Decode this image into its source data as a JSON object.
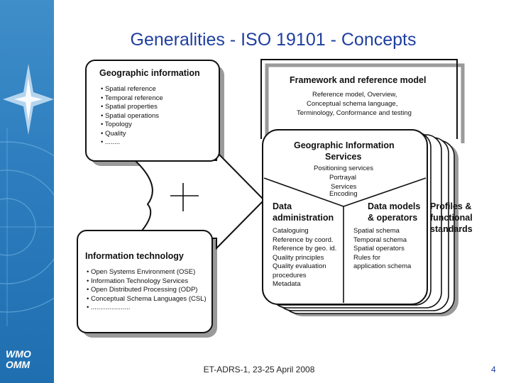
{
  "title": "Generalities - ISO 19101 - Concepts",
  "footer": "ET-ADRS-1, 23-25 April 2008",
  "page_number": "4",
  "logo": {
    "line1": "WMO",
    "line2": "OMM"
  },
  "geographic_information": {
    "heading": "Geographic information",
    "items": [
      "Spatial reference",
      "Temporal reference",
      "Spatial properties",
      "Spatial operations",
      "Topology",
      "Quality",
      "........"
    ]
  },
  "information_technology": {
    "heading": "Information technology",
    "items": [
      "Open Systems Environment (OSE)",
      "Information Technology Services",
      "Open Distributed Processing (ODP)",
      "Conceptual Schema Languages (CSL)",
      "....................."
    ]
  },
  "framework": {
    "heading": "Framework and reference model",
    "lines": [
      "Reference model, Overview,",
      "Conceptual schema language,",
      "Terminology, Conformance and testing"
    ]
  },
  "services": {
    "heading_line1": "Geographic Information",
    "heading_line2": "Services",
    "items": [
      "Positioning services",
      "Portrayal",
      "Services",
      "Encoding"
    ]
  },
  "data_administration": {
    "heading_line1": "Data",
    "heading_line2": "administration",
    "items": [
      "Cataloguing",
      "Reference by coord.",
      "Reference by geo. id.",
      "Quality principles",
      "Quality evaluation",
      "   procedures",
      "Metadata"
    ]
  },
  "data_models": {
    "heading_line1": "Data models",
    "heading_line2": "& operators",
    "items": [
      "Spatial schema",
      "Temporal schema",
      "Spatial operators",
      "Rules for",
      "  application schema"
    ]
  },
  "profiles": {
    "line1": "Profiles &",
    "line2": "functional",
    "line3": "standards"
  },
  "plus_symbol": "+",
  "colors": {
    "title": "#1f3f9f",
    "sidebar": "#2f7fc0",
    "border": "#111111",
    "shadow": "#9a9a9a"
  }
}
